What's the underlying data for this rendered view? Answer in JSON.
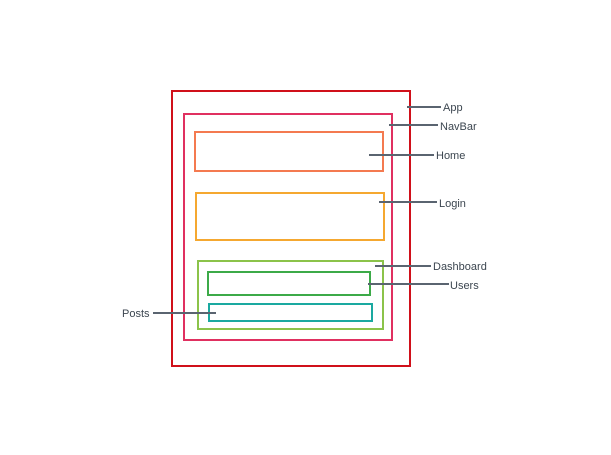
{
  "diagram": {
    "labels": {
      "app": "App",
      "navbar": "NavBar",
      "home": "Home",
      "login": "Login",
      "dashboard": "Dashboard",
      "users": "Users",
      "posts": "Posts"
    },
    "colors": {
      "app": "#d0101a",
      "navbar": "#e03060",
      "home": "#f47a50",
      "login": "#f5a830",
      "dashboard": "#8bc34a",
      "users": "#3caa48",
      "posts": "#1aa9a0",
      "connector": "#5a6470",
      "text": "#3c4650"
    }
  }
}
